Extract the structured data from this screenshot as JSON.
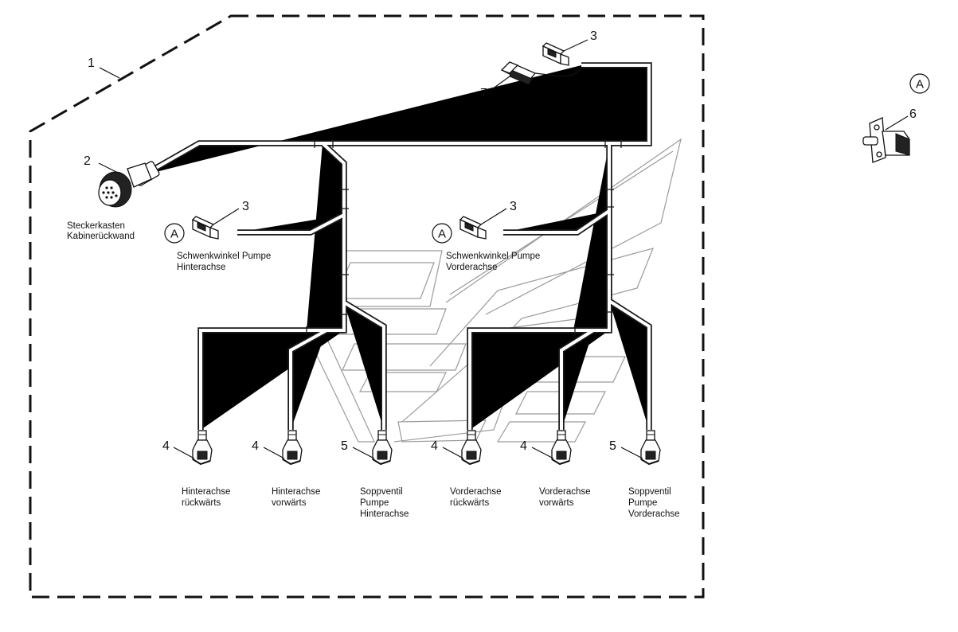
{
  "callouts": {
    "c1": "1",
    "c2": "2",
    "c3a": "3",
    "c3b": "3",
    "c3c": "3",
    "c4a": "4",
    "c4b": "4",
    "c4c": "4",
    "c4d": "4",
    "c5a": "5",
    "c5b": "5",
    "c6": "6",
    "c7": "7"
  },
  "detail_markers": {
    "a1": "A",
    "a2": "A",
    "a3": "A"
  },
  "labels": {
    "stecker_line1": "Steckerkasten",
    "stecker_line2": "Kabinerückwand",
    "schwenk_h_line1": "Schwenkwinkel Pumpe",
    "schwenk_h_line2": "Hinterachse",
    "schwenk_v_line1": "Schwenkwinkel Pumpe",
    "schwenk_v_line2": "Vorderachse",
    "conn1_line1": "Hinterachse",
    "conn1_line2": "rückwärts",
    "conn2_line1": "Hinterachse",
    "conn2_line2": "vorwärts",
    "conn3_line1": "Soppventil",
    "conn3_line2": "Pumpe",
    "conn3_line3": "Hinterachse",
    "conn4_line1": "Vorderachse",
    "conn4_line2": "rückwärts",
    "conn5_line1": "Vorderachse",
    "conn5_line2": "vorwärts",
    "conn6_line1": "Soppventil",
    "conn6_line2": "Pumpe",
    "conn6_line3": "Vorderachse"
  }
}
